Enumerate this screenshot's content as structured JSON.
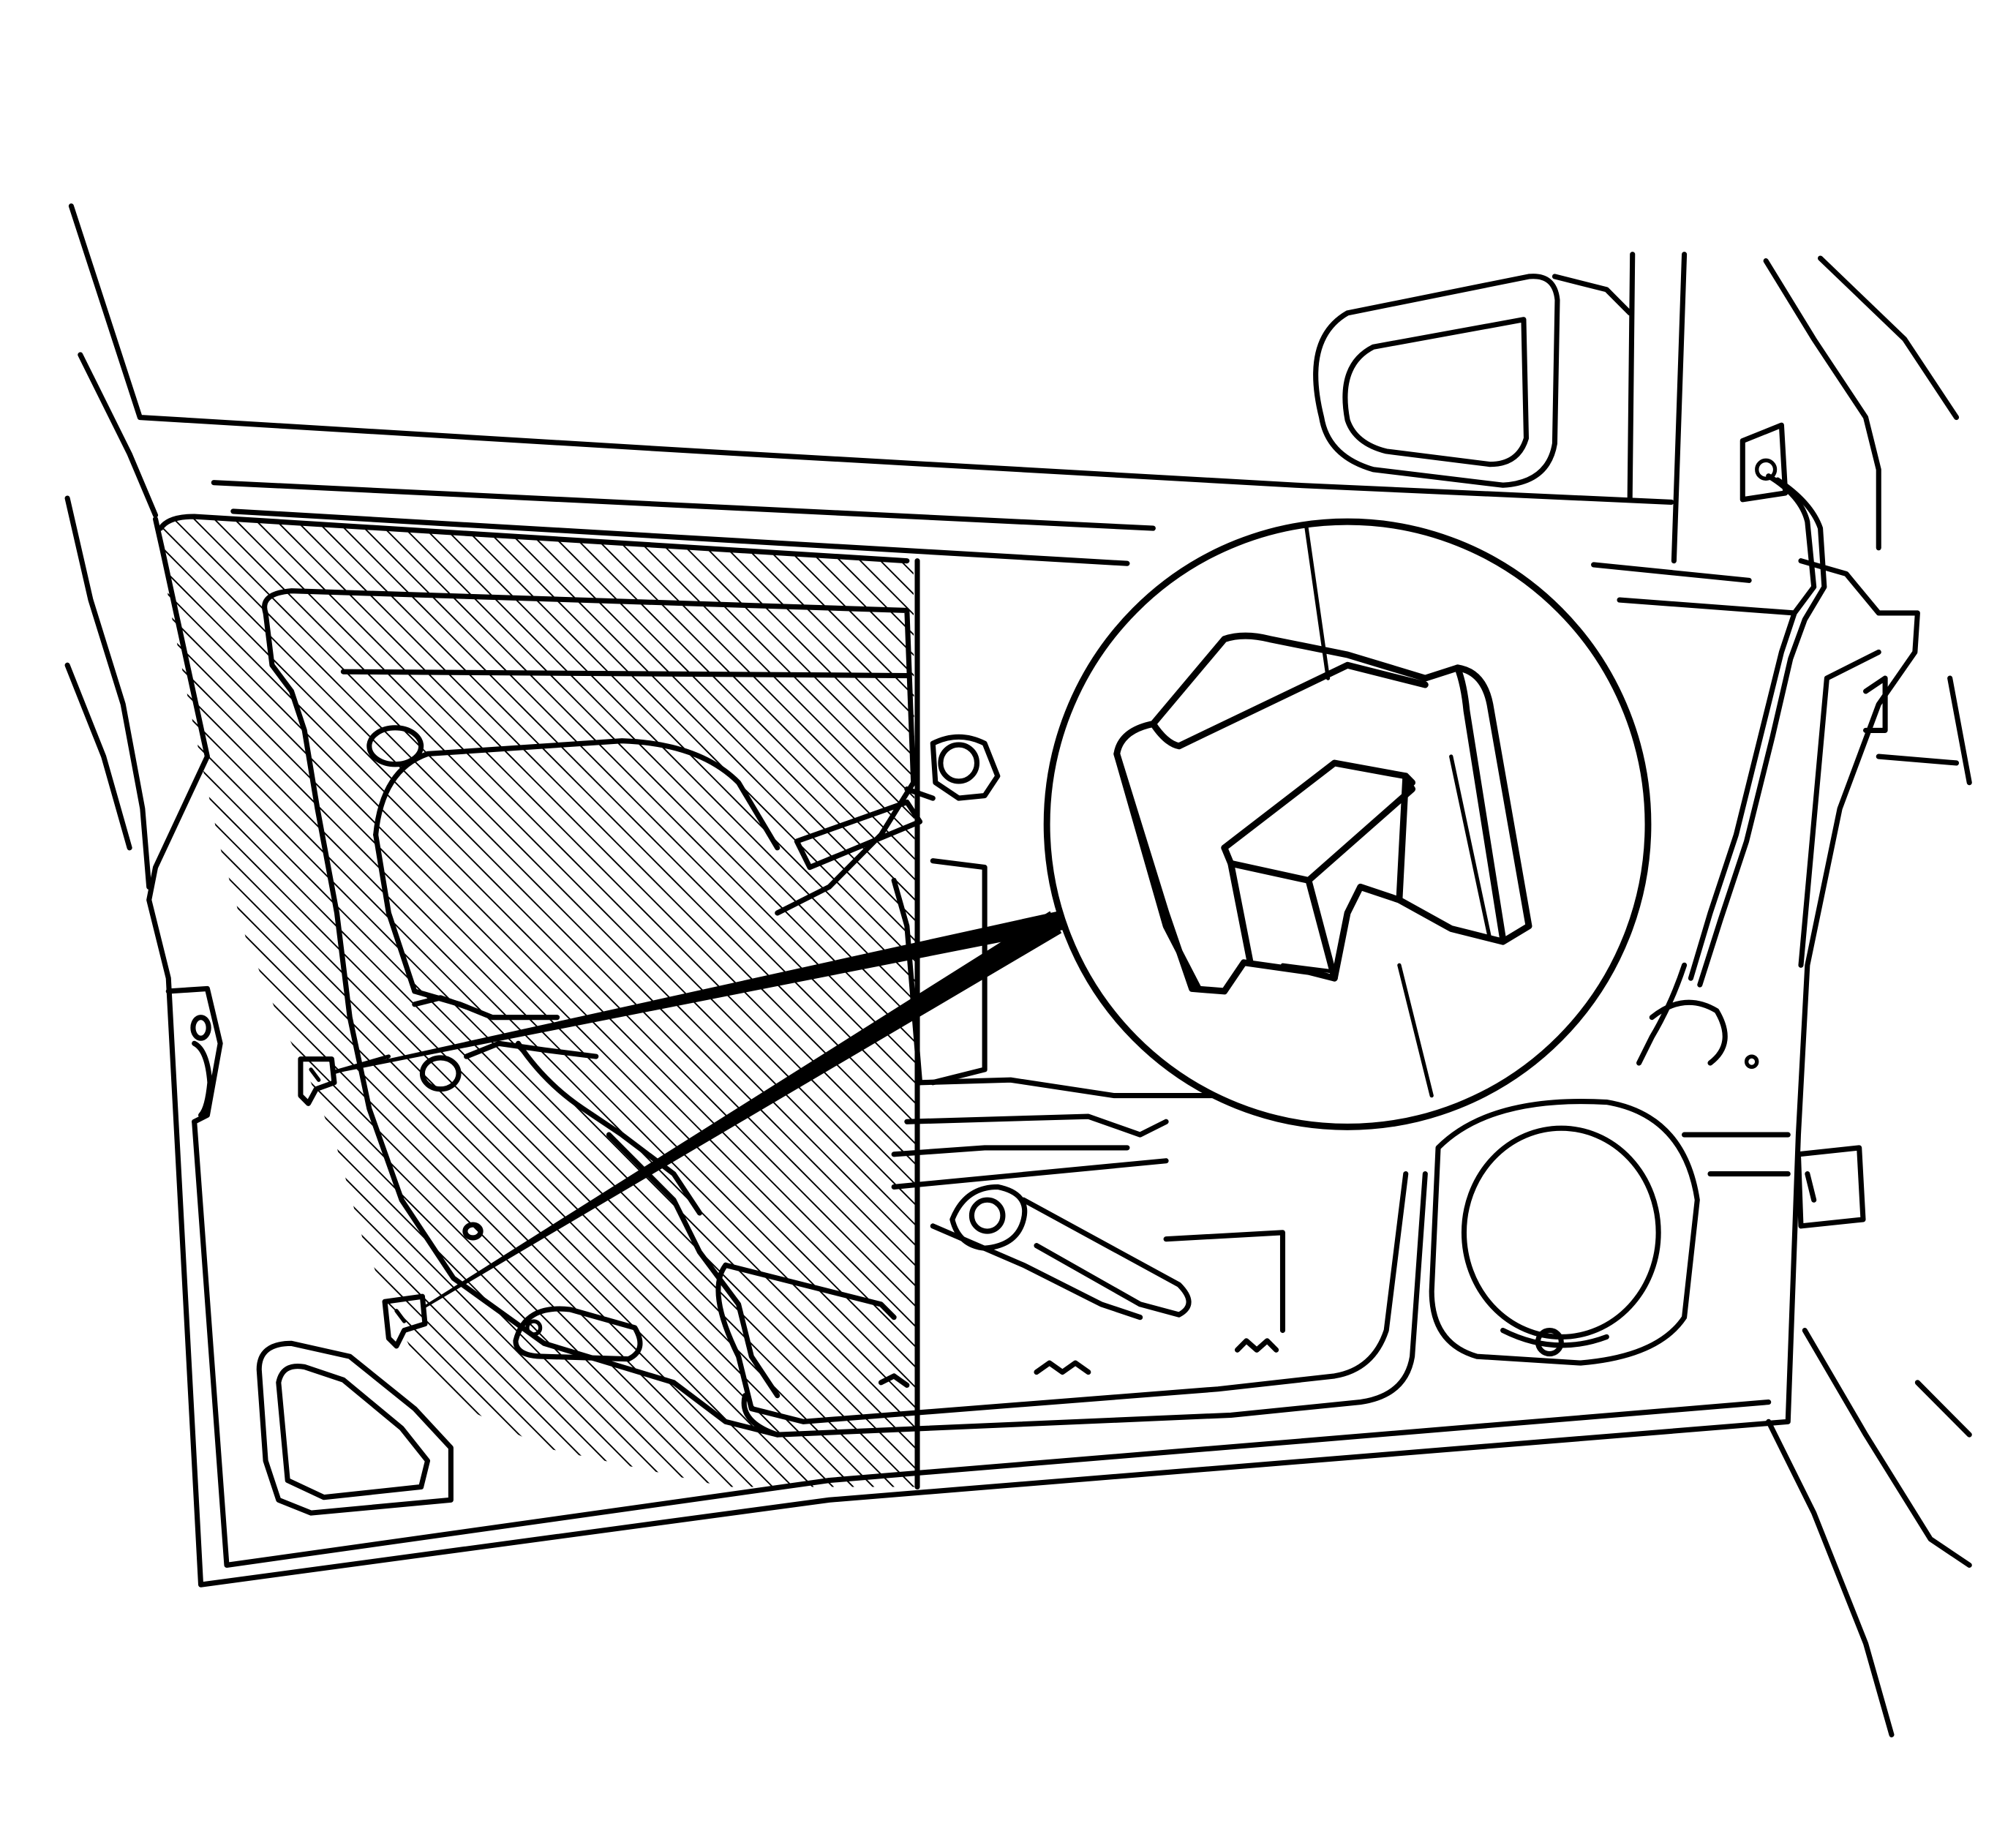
{
  "figure": {
    "subject": "door-inner-panel-water-deflector-and-retainer",
    "colors": {
      "line": "#000000",
      "background": "#ffffff",
      "hatch": "#000000"
    },
    "callout": {
      "points_to": [
        "upper-retainer-clip",
        "lower-retainer-clip"
      ],
      "detail": "retainer-clip-enlarged"
    }
  }
}
